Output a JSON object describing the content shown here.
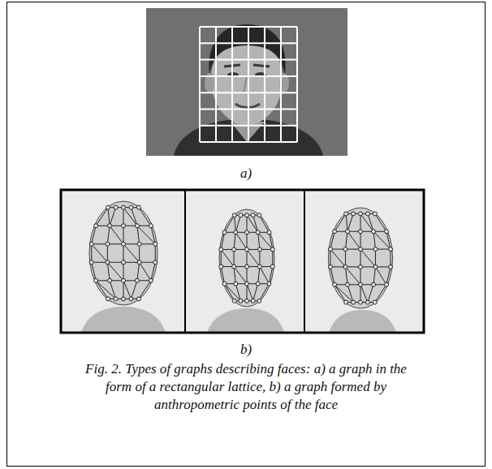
{
  "diagram": {
    "caption": "Fig. 2. Types of graphs describing faces: a) a graph in the form of a rectangular lattice, b) a graph formed by anthropometric points of the face",
    "labels": [
      "a)",
      "b)"
    ]
  }
}
